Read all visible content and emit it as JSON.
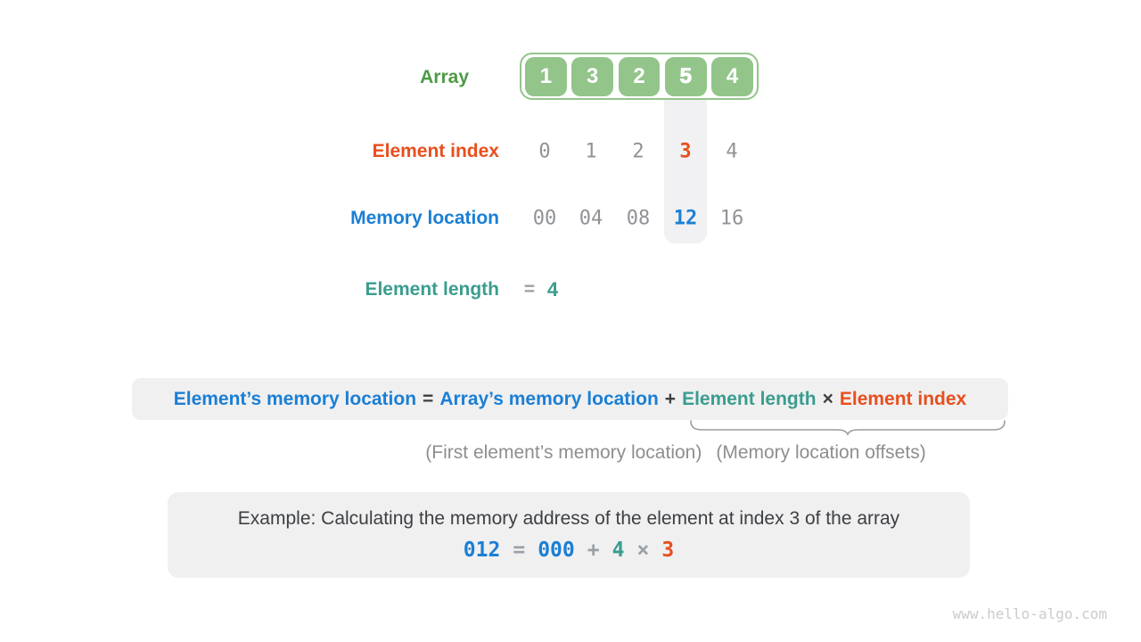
{
  "colors": {
    "green": "#4e9a47",
    "green_fill": "#93c58b",
    "orange": "#e84f1d",
    "blue": "#1b7fd4",
    "teal": "#3a9d8e",
    "gray_value": "#8f9296",
    "gray_operator": "#9aa0a6",
    "dark": "#3d4043",
    "box_bg": "#f0f0f1",
    "band_bg": "#f1f1f3",
    "watermark": "#c9cccd",
    "cell_text": "#ffffff"
  },
  "array": {
    "label": "Array",
    "values": [
      "1",
      "3",
      "2",
      "5",
      "4"
    ],
    "highlight_index": 3
  },
  "index_row": {
    "label": "Element index",
    "values": [
      "0",
      "1",
      "2",
      "3",
      "4"
    ],
    "highlight_index": 3
  },
  "memory_row": {
    "label": "Memory location",
    "values": [
      "00",
      "04",
      "08",
      "12",
      "16"
    ],
    "highlight_index": 3
  },
  "length_row": {
    "label": "Element length",
    "operator": "=",
    "value": "4"
  },
  "formula": {
    "segments": [
      {
        "text": "Element’s memory location",
        "color": "blue"
      },
      {
        "text": "=",
        "color": "dark"
      },
      {
        "text": "Array’s memory location",
        "color": "blue"
      },
      {
        "text": "+",
        "color": "dark"
      },
      {
        "text": "Element length",
        "color": "teal"
      },
      {
        "text": "×",
        "color": "dark"
      },
      {
        "text": "Element index",
        "color": "orange"
      }
    ]
  },
  "annotations": {
    "first_element": "(First element’s memory location)",
    "offsets": "(Memory location offsets)"
  },
  "example": {
    "title": "Example: Calculating the memory address of the element at index 3 of the array",
    "equation": [
      {
        "text": "012",
        "color": "blue"
      },
      {
        "text": "=",
        "color": "gray"
      },
      {
        "text": "000",
        "color": "blue"
      },
      {
        "text": "+",
        "color": "gray"
      },
      {
        "text": "4",
        "color": "teal"
      },
      {
        "text": "×",
        "color": "gray"
      },
      {
        "text": "3",
        "color": "orange"
      }
    ]
  },
  "watermark": "www.hello-algo.com"
}
